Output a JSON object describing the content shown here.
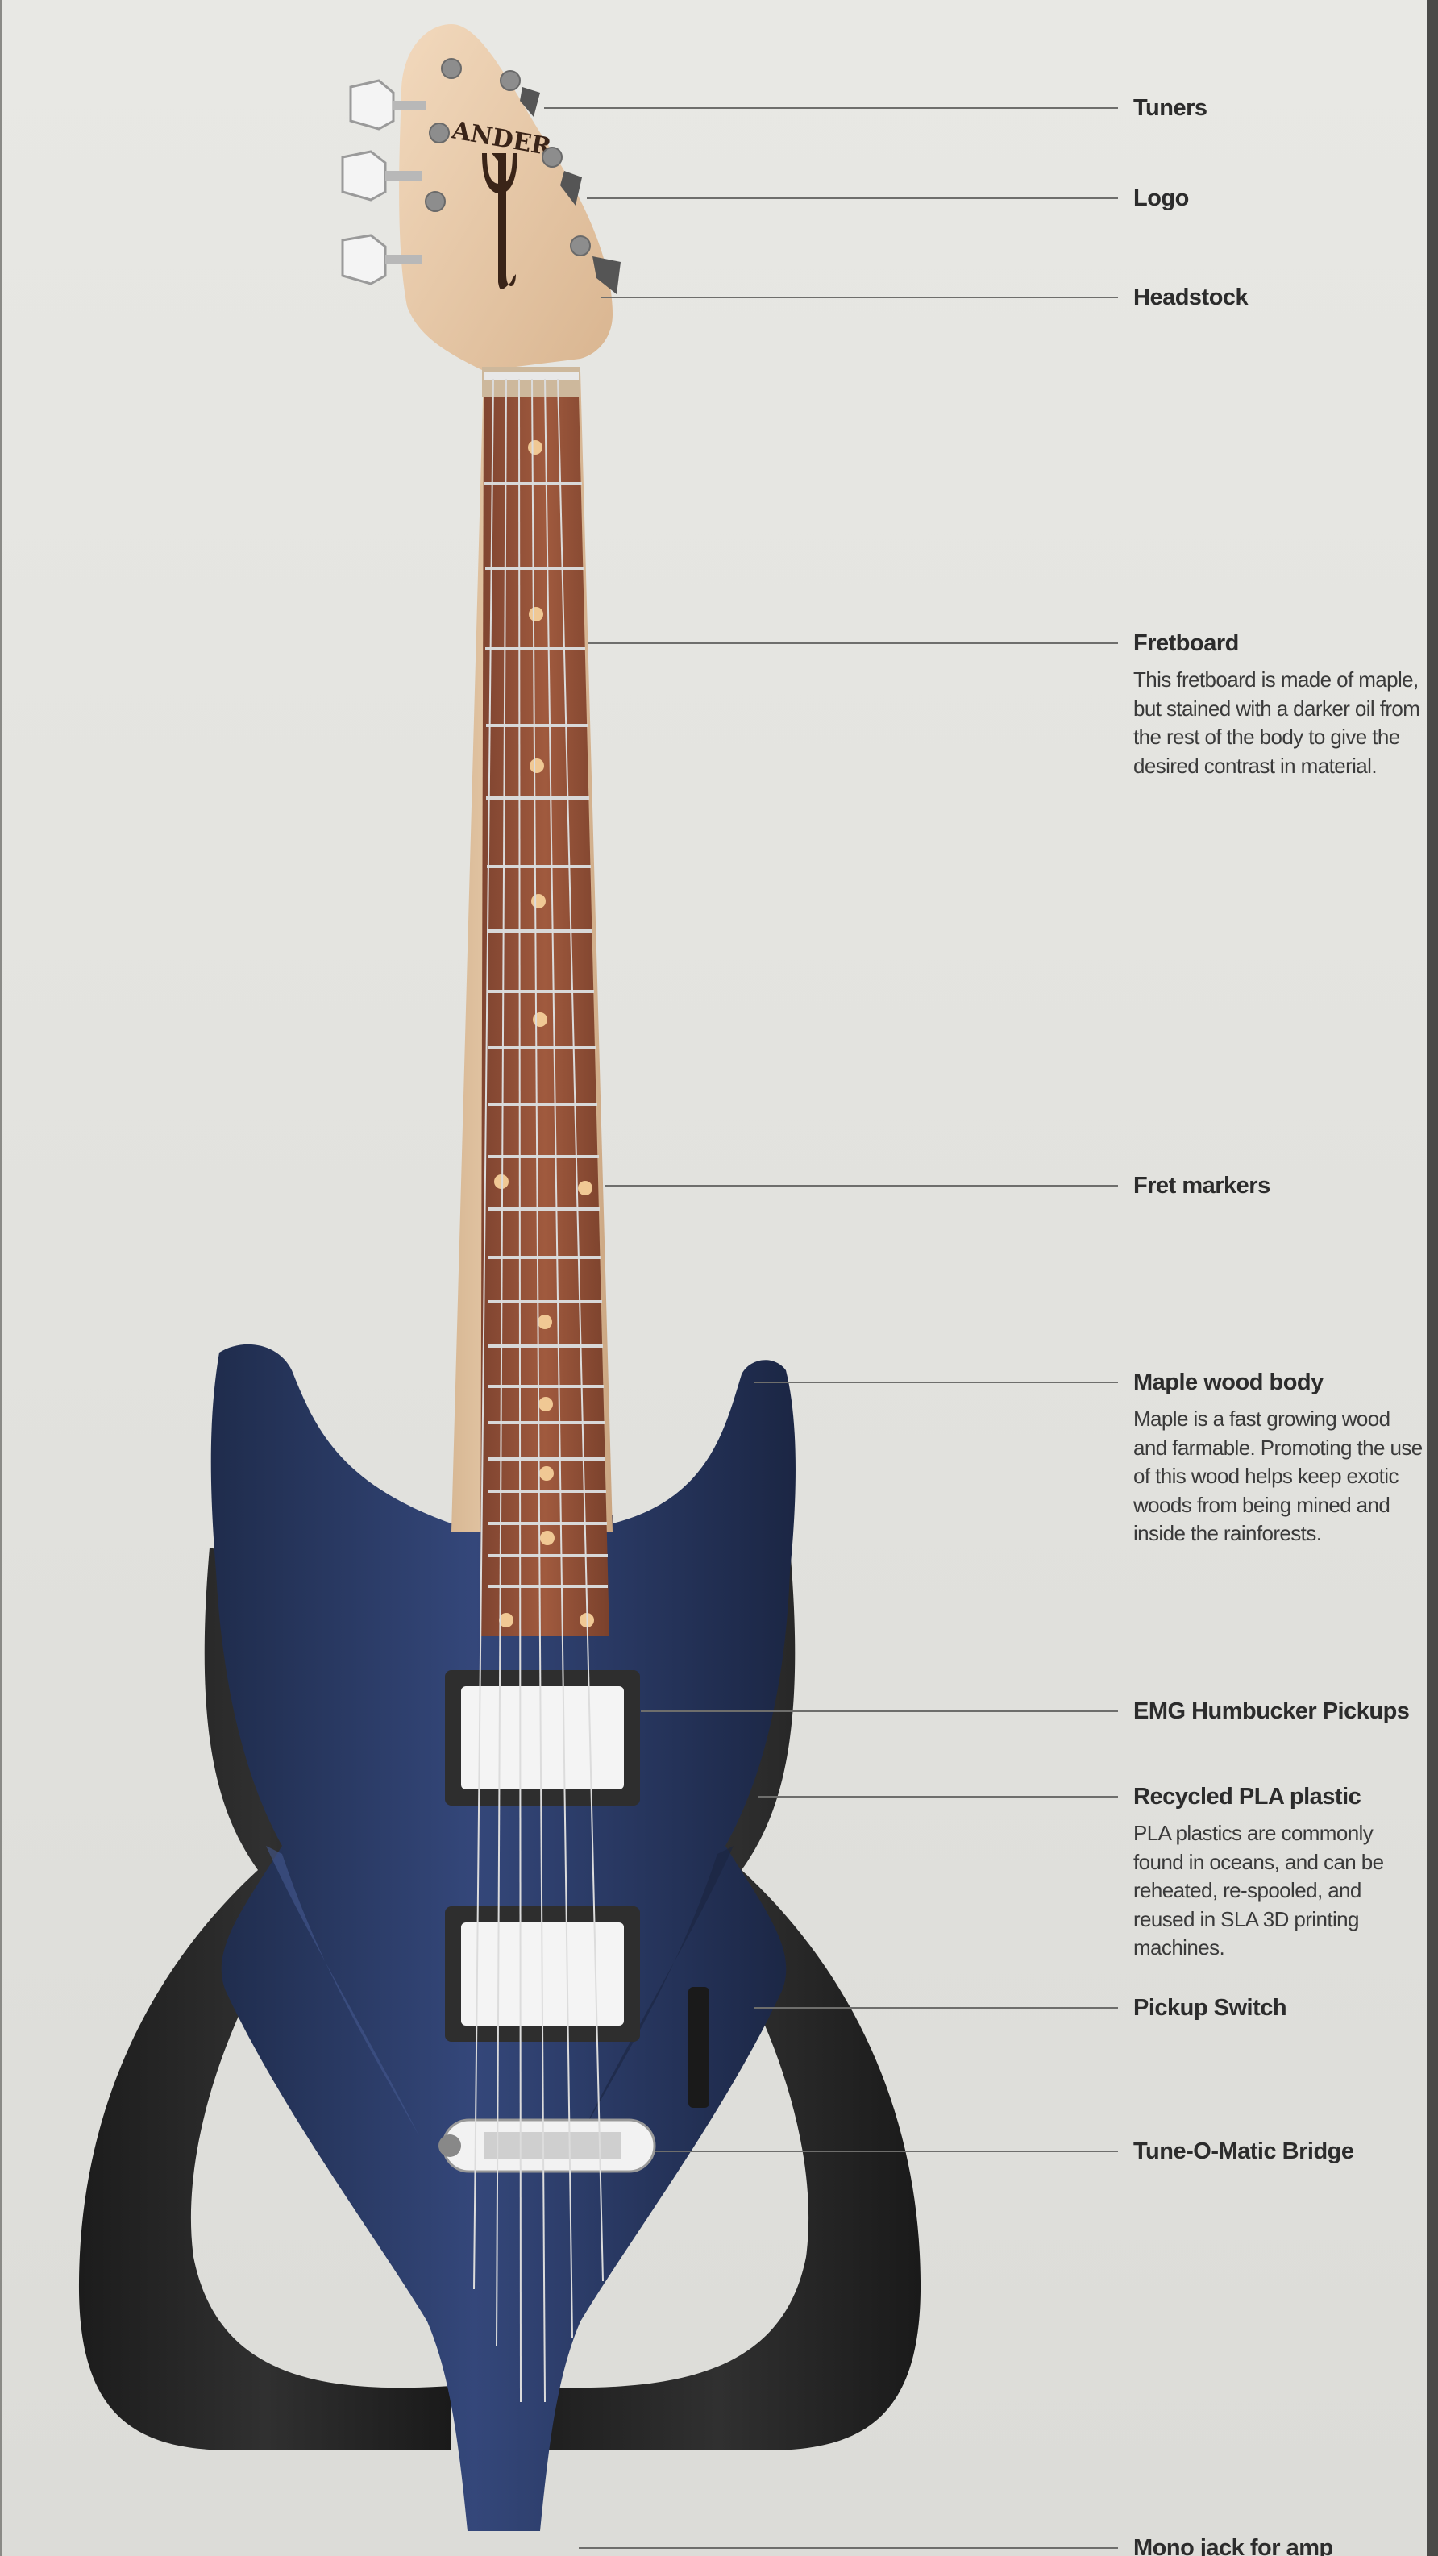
{
  "diagram": {
    "callouts": [
      {
        "id": "tuners",
        "title": "Tuners",
        "description": ""
      },
      {
        "id": "logo",
        "title": "Logo",
        "description": ""
      },
      {
        "id": "headstock",
        "title": "Headstock",
        "description": ""
      },
      {
        "id": "fretboard",
        "title": "Fretboard",
        "description": "This fretboard is made of maple, but stained with a darker oil from the rest of the body to give the desired contrast in material."
      },
      {
        "id": "fret-markers",
        "title": "Fret markers",
        "description": ""
      },
      {
        "id": "maple-wood-body",
        "title": "Maple wood body",
        "description": "Maple is a fast growing wood and farmable. Promoting the use of this wood helps keep exotic woods from being mined and inside the rainforests."
      },
      {
        "id": "emg-humbucker-pickups",
        "title": "EMG Humbucker Pickups",
        "description": ""
      },
      {
        "id": "recycled-pla-plastic",
        "title": "Recycled PLA plastic",
        "description": "PLA plastics are commonly found in oceans, and can be reheated, re-spooled, and reused in SLA 3D printing machines."
      },
      {
        "id": "pickup-switch",
        "title": "Pickup Switch",
        "description": ""
      },
      {
        "id": "tune-o-matic-bridge",
        "title": "Tune-O-Matic Bridge",
        "description": ""
      },
      {
        "id": "mono-jack",
        "title": "Mono jack for amp",
        "description": ""
      }
    ]
  },
  "colors": {
    "background": "#e4e4e0",
    "body_blue": "#2b3c63",
    "frame_black": "#262626",
    "fretboard": "#96543a",
    "maple": "#e9c9a8",
    "text": "#2c2c2c",
    "leader_line": "#6e6e6c"
  }
}
